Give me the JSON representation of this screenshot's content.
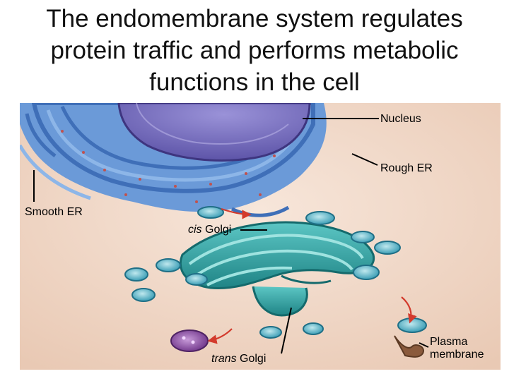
{
  "slide": {
    "title_lines": [
      "The endomembrane system regulates",
      "protein traffic and performs metabolic",
      "functions in the cell"
    ]
  },
  "labels": {
    "nucleus": "Nucleus",
    "rough_er": "Rough ER",
    "smooth_er": "Smooth ER",
    "cis_golgi_prefix": "cis",
    "cis_golgi_suffix": " Golgi",
    "trans_golgi_prefix": "trans",
    "trans_golgi_suffix": " Golgi",
    "plasma_membrane_line1": "Plasma",
    "plasma_membrane_line2": "membrane"
  },
  "colors": {
    "background_panel": "#f2dccd",
    "er_blue": "#5f8fd0",
    "nucleus_purple": "#7d75c4",
    "golgi_teal": "#2fa6a6",
    "vesicle_purple": "#8e4fa8",
    "arrow_red": "#d33a2c"
  }
}
